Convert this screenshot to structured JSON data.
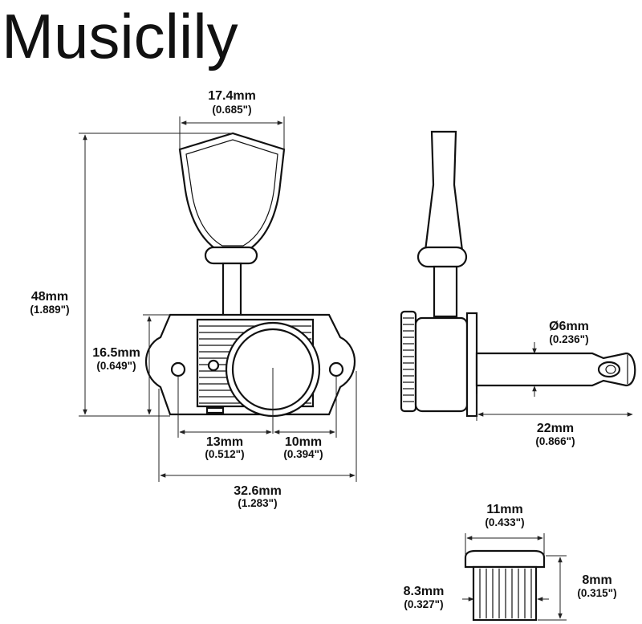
{
  "brand": "Musiclily",
  "dimensions": {
    "button_width": {
      "mm": "17.4mm",
      "inch": "(0.685\")"
    },
    "total_height": {
      "mm": "48mm",
      "inch": "(1.889\")"
    },
    "housing_height": {
      "mm": "16.5mm",
      "inch": "(0.649\")"
    },
    "hole_to_post": {
      "mm": "13mm",
      "inch": "(0.512\")"
    },
    "post_to_hole": {
      "mm": "10mm",
      "inch": "(0.394\")"
    },
    "plate_width": {
      "mm": "32.6mm",
      "inch": "(1.283\")"
    },
    "post_diameter": {
      "mm": "Ø6mm",
      "inch": "(0.236\")"
    },
    "post_length": {
      "mm": "22mm",
      "inch": "(0.866\")"
    },
    "bushing_width": {
      "mm": "11mm",
      "inch": "(0.433\")"
    },
    "bushing_inner_height": {
      "mm": "8.3mm",
      "inch": "(0.327\")"
    },
    "bushing_height": {
      "mm": "8mm",
      "inch": "(0.315\")"
    }
  }
}
